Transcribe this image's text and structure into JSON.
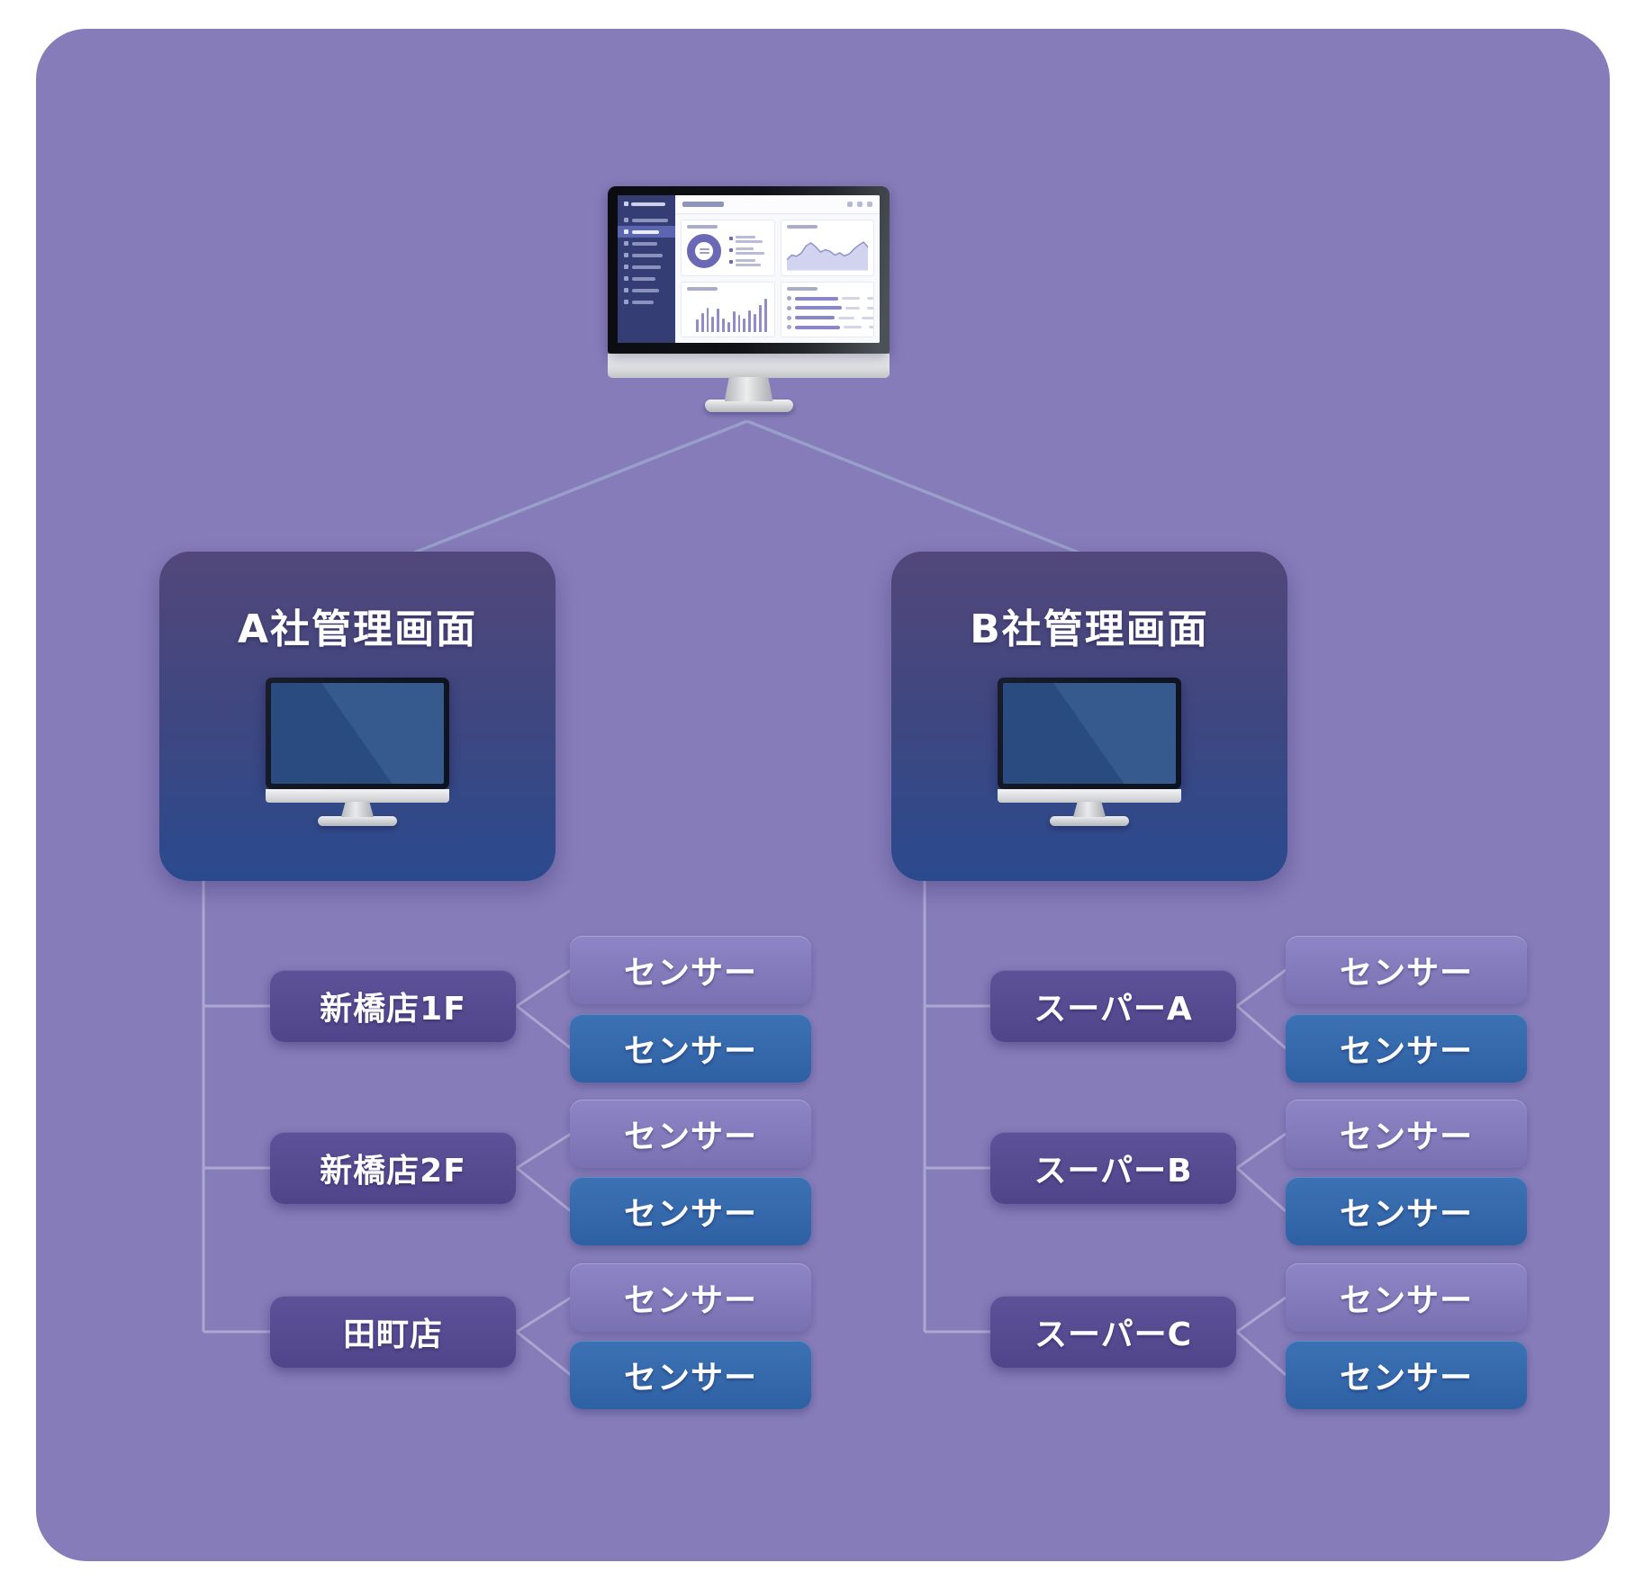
{
  "panel": {
    "background": "#867CBA",
    "page_background": "#ffffff"
  },
  "colors": {
    "card_gradient_top": "#52477A",
    "card_gradient_bottom": "#2A4A8E",
    "store_box": "#554A8F",
    "sensor_light": "#8179B9",
    "sensor_blue": "#3369AC",
    "tree_line": "#ACA7D0",
    "monitor_line": "#98A0CA",
    "dashboard_sidebar": "#343E74",
    "dashboard_accent": "#6B68B6"
  },
  "central_monitor": {
    "dashboard": {
      "sidebar_item_widths": [
        40,
        30,
        28,
        34,
        32,
        26,
        30,
        24
      ],
      "active_index": 1,
      "header_icon_count": 3,
      "bar_heights": [
        34,
        52,
        66,
        42,
        64,
        38,
        28,
        58,
        46,
        36,
        60,
        50,
        74,
        92
      ],
      "area_points": [
        72,
        60,
        63,
        55,
        36,
        28,
        38,
        52,
        46,
        50,
        60,
        54,
        62,
        57,
        44,
        34,
        26,
        40
      ],
      "legend_bar_widths": [
        [
          22,
          30
        ],
        [
          20,
          32
        ],
        [
          22,
          28
        ]
      ],
      "table_row_widths": [
        [
          48,
          20,
          22,
          24
        ],
        [
          52,
          16,
          22,
          24
        ],
        [
          44,
          18,
          22,
          24
        ],
        [
          50,
          20,
          22,
          24
        ]
      ]
    }
  },
  "cards": {
    "a": {
      "title": "A社管理画面"
    },
    "b": {
      "title": "B社管理画面"
    }
  },
  "trees": {
    "left": [
      {
        "store": "新橋店1F",
        "sensors": [
          "センサー",
          "センサー"
        ]
      },
      {
        "store": "新橋店2F",
        "sensors": [
          "センサー",
          "センサー"
        ]
      },
      {
        "store": "田町店",
        "sensors": [
          "センサー",
          "センサー"
        ]
      }
    ],
    "right": [
      {
        "store": "スーパーA",
        "sensors": [
          "センサー",
          "センサー"
        ]
      },
      {
        "store": "スーパーB",
        "sensors": [
          "センサー",
          "センサー"
        ]
      },
      {
        "store": "スーパーC",
        "sensors": [
          "センサー",
          "センサー"
        ]
      }
    ]
  }
}
